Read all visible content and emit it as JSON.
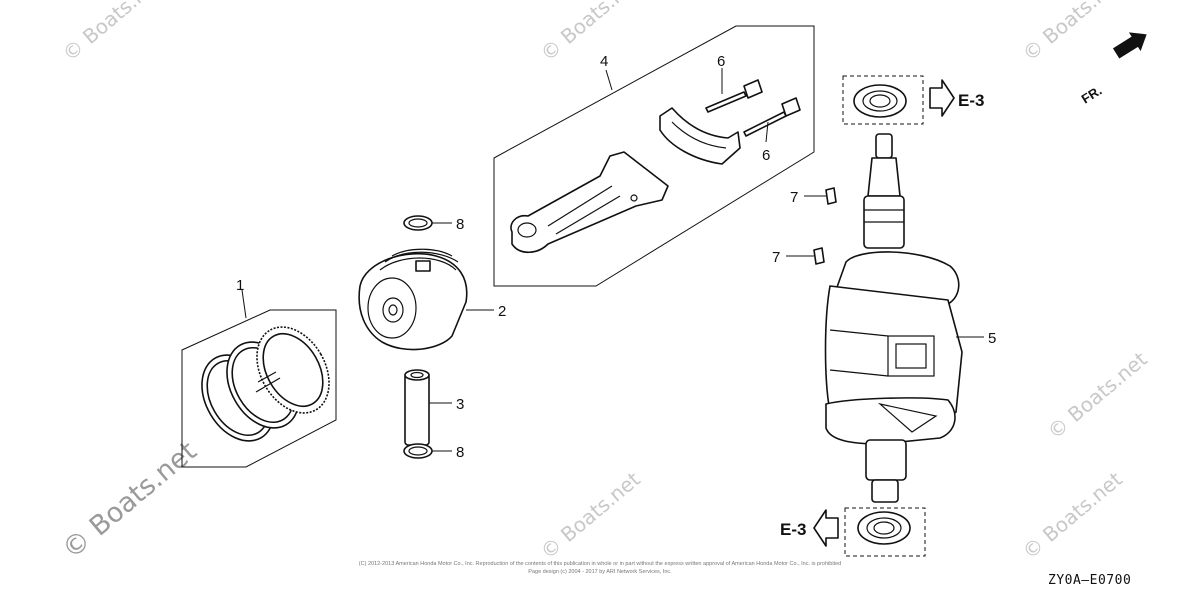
{
  "watermarks": [
    "© Boats.net",
    "© Boats.net",
    "© Boats.net",
    "© Boats.net",
    "© Boats.net",
    "© Boats.net",
    "© Boats.net"
  ],
  "direction": {
    "label": "FR."
  },
  "references": {
    "top": "E-3",
    "bottom": "E-3"
  },
  "callouts": {
    "rings": "1",
    "piston": "2",
    "pin": "3",
    "rod": "4",
    "crank": "5",
    "bolt_a": "6",
    "bolt_b": "6",
    "key_a": "7",
    "key_b": "7",
    "clip_top": "8",
    "clip_bottom": "8"
  },
  "copyright": {
    "line1": "(C) 2012-2013 American Honda Motor Co., Inc. Reproduction of the contents of this publication in whole or in part without the express written approval of American Honda Motor Co., Inc. is prohibited",
    "line2": "Page design (c) 2004 - 2017 by ARI Network Services, Inc."
  },
  "diagram_code": "ZY0A—E0700"
}
